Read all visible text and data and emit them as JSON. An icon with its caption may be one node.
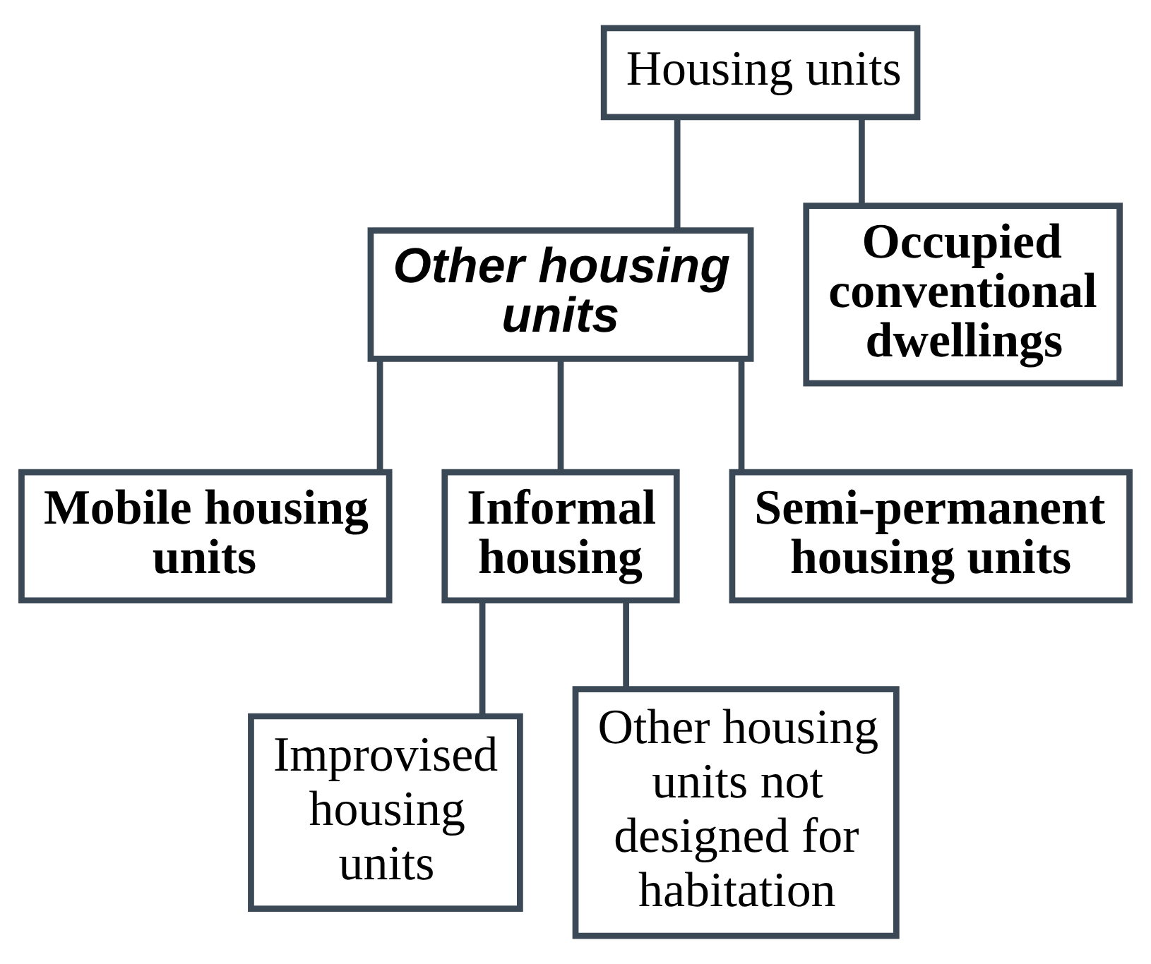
{
  "diagram": {
    "nodes": [
      {
        "text": [
          "Housing units"
        ]
      },
      {
        "text": [
          "Other housing units"
        ]
      },
      {
        "text": [
          "Occupied conventional dwellings"
        ]
      },
      {
        "text": [
          "Mobile housing units"
        ]
      },
      {
        "text": [
          "Informal housing"
        ]
      },
      {
        "text": [
          "Semi-permanent housing units"
        ]
      },
      {
        "text": [
          "Improvised housing units"
        ]
      },
      {
        "text": [
          "Other housing units not designed for habitation"
        ]
      }
    ],
    "edges": [
      {
        "from": 0,
        "to": 1,
        "arrow": "none"
      },
      {
        "from": 0,
        "to": 2,
        "arrow": "none"
      },
      {
        "from": 1,
        "to": 3,
        "arrow": "none"
      },
      {
        "from": 1,
        "to": 4,
        "arrow": "none"
      },
      {
        "from": 1,
        "to": 5,
        "arrow": "none"
      },
      {
        "from": 4,
        "to": 6,
        "arrow": "none"
      },
      {
        "from": 4,
        "to": 7,
        "arrow": "none"
      }
    ]
  }
}
